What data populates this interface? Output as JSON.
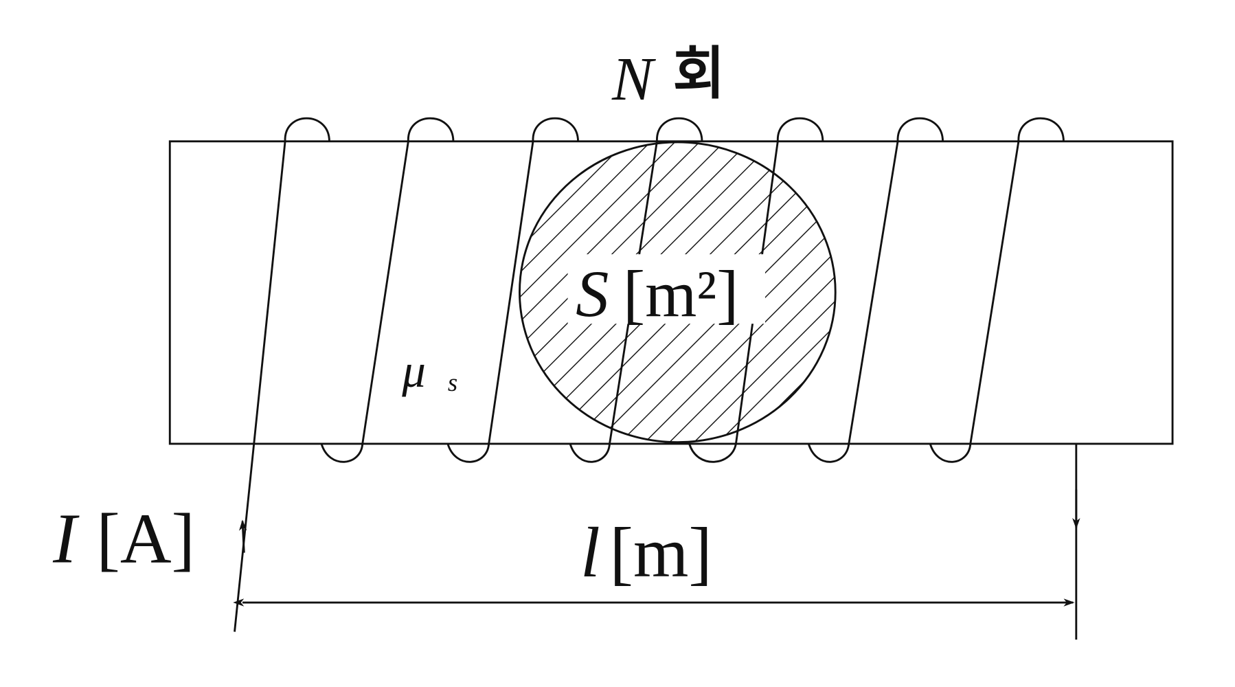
{
  "diagram": {
    "turns_label": {
      "symbol": "N",
      "unit": "회"
    },
    "area_label": {
      "symbol": "S",
      "unit": "[m²]"
    },
    "permeability_label": {
      "symbol": "μ",
      "subscript": "s"
    },
    "current_label": {
      "symbol": "I",
      "unit": "[A]"
    },
    "length_label": {
      "symbol": "l",
      "unit": "[m]"
    },
    "line_color": "#111111",
    "background": "#ffffff"
  }
}
